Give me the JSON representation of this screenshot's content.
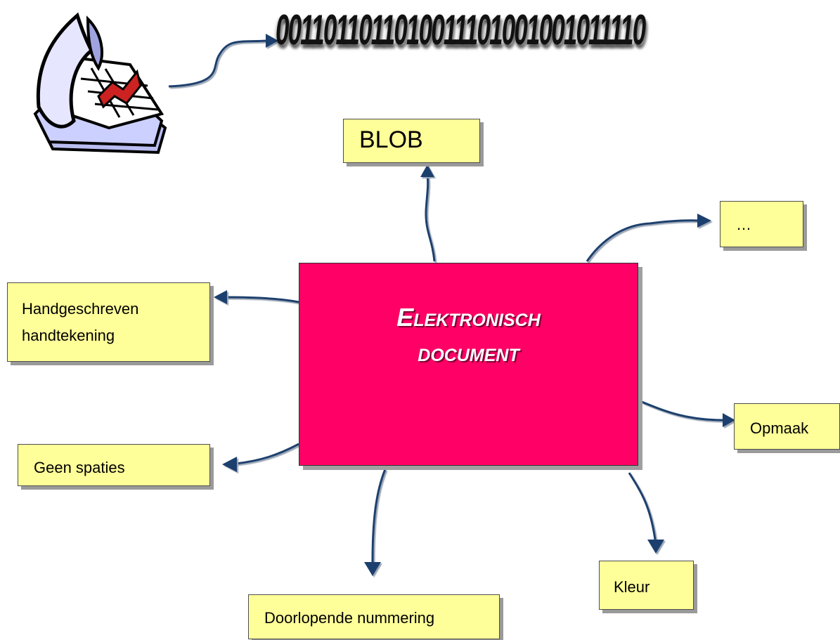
{
  "binary_string": "0011011011010011101001001011110",
  "central": {
    "title_line1": "Elektronisch",
    "title_line2": "document"
  },
  "boxes": {
    "blob": "BLOB",
    "ellipsis": "…",
    "handwritten": "Handgeschreven\nhandtekening",
    "no_spaces": "Geen spaties",
    "formatting": "Opmaak",
    "color": "Kleur",
    "numbering": "Doorlopende nummering"
  },
  "colors": {
    "central_fill": "#ff0066",
    "box_fill": "#ffff99",
    "arrow": "#1f3f6e"
  },
  "icons": [
    "document-clipart-icon"
  ]
}
